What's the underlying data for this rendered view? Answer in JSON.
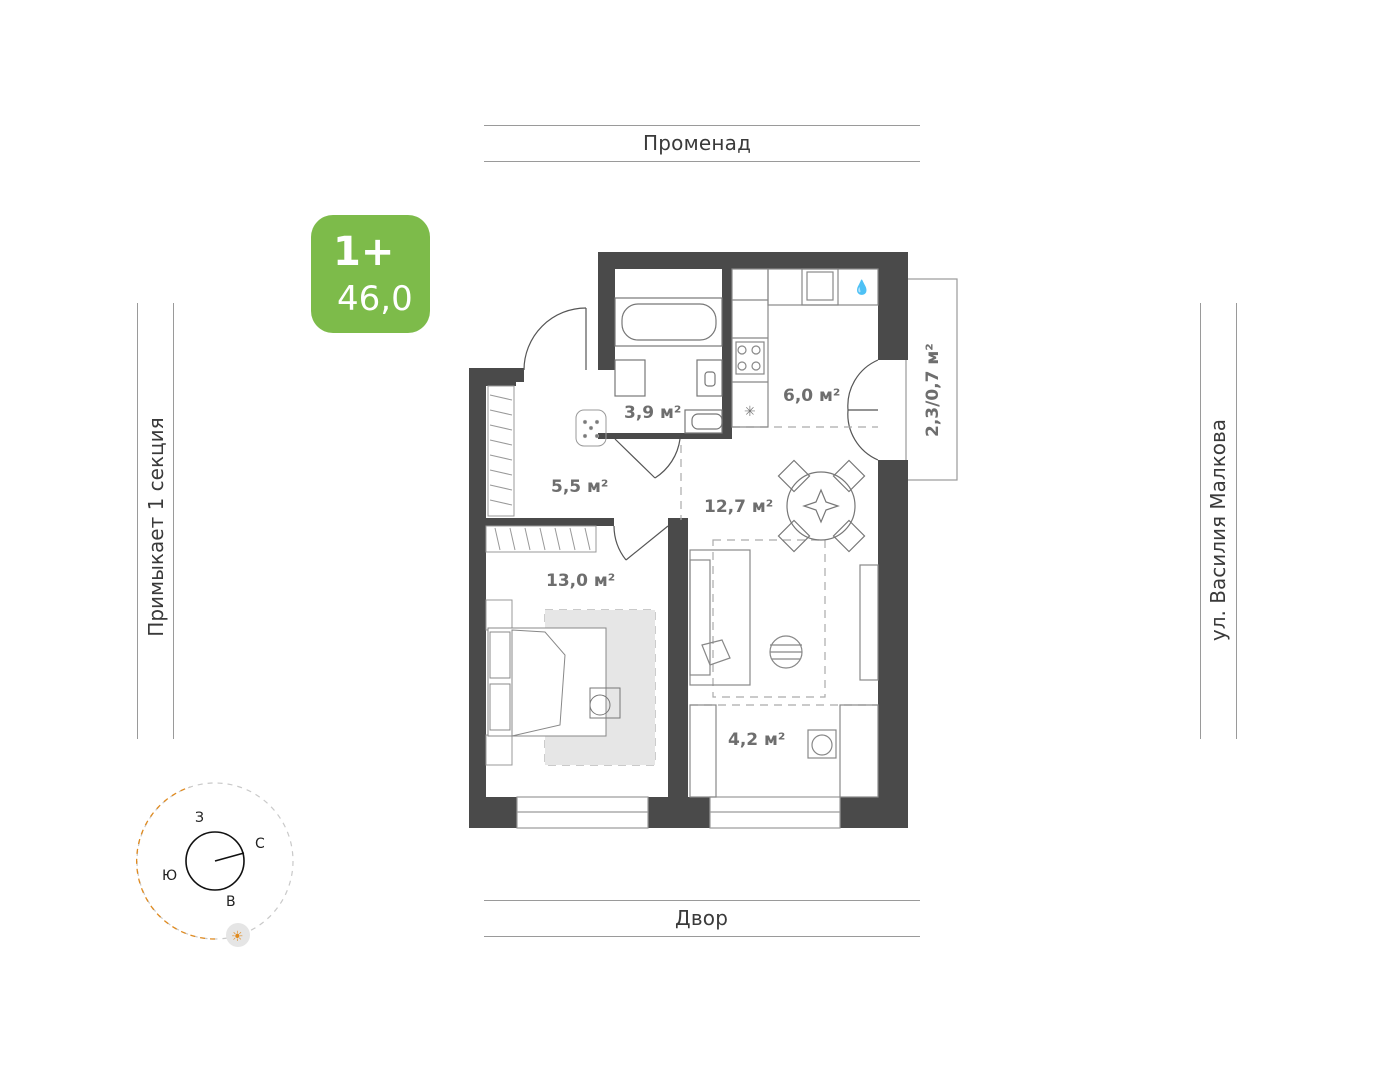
{
  "streets": {
    "top": "Променад",
    "bottom": "Двор",
    "left": "Примыкает 1 секция",
    "right": "ул. Василия Малкова"
  },
  "apartment": {
    "type_label": "1+",
    "total_area": "46,0",
    "accent_color": "#7dbb4a"
  },
  "rooms": {
    "bathroom": "3,9 м²",
    "kitchen": "6,0 м²",
    "hall": "5,5 м²",
    "living": "12,7 м²",
    "bedroom": "13,0 м²",
    "office": "4,2 м²",
    "balcony": "2,3/0,7 м²"
  },
  "compass": {
    "north": "С",
    "south": "Ю",
    "east": "В",
    "west": "З",
    "sun_icon": "sun-icon"
  }
}
